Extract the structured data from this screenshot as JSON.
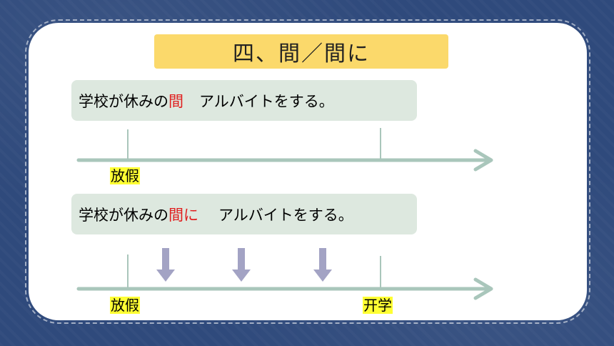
{
  "title": "四、間／間に",
  "sentence1": {
    "before": "学校が休みの",
    "highlight": "間",
    "after": "アルバイトをする。"
  },
  "sentence2": {
    "before": "学校が休みの",
    "highlight": "間に",
    "after": "アルバイトをする。"
  },
  "timeline1": {
    "start_label": "放假"
  },
  "timeline2": {
    "start_label": "放假",
    "end_label": "开学"
  },
  "colors": {
    "background": "#2f4a7c",
    "card": "#ffffff",
    "title_bg": "#fbd96b",
    "sentence_bg": "#dde8df",
    "highlight_text": "#e02020",
    "axis": "#a9c6bb",
    "event_arrow": "#a3a3c4",
    "label_bg": "#ffff33"
  }
}
